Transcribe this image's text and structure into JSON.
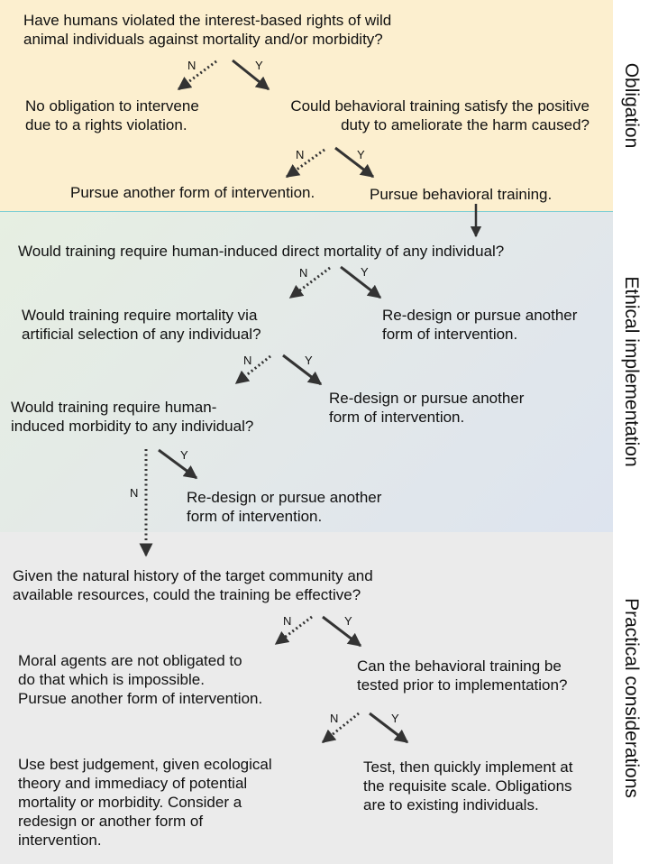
{
  "sections": {
    "obligation": "Obligation",
    "ethical": "Ethical implementation",
    "practical": "Practical considerations"
  },
  "branch_labels": {
    "no": "N",
    "yes": "Y"
  },
  "obligation": {
    "q1": "Have humans violated the interest-based rights of wild\nanimal individuals against mortality and/or morbidity?",
    "q1_no": "No obligation to intervene\ndue to a rights violation.",
    "q2": "Could behavioral training satisfy the positive\nduty to ameliorate the harm caused?",
    "q2_no": "Pursue another form of intervention.",
    "q2_yes": "Pursue behavioral training."
  },
  "ethical": {
    "q3": "Would training require human-induced direct mortality of any individual?",
    "q3_yes": "Re-design or pursue another\nform of intervention.",
    "q4": "Would training require mortality via\nartificial selection of any individual?",
    "q4_yes": "Re-design or pursue another\nform of intervention.",
    "q5": "Would training require human-\ninduced morbidity to any individual?",
    "q5_yes": "Re-design or pursue another\nform of intervention."
  },
  "practical": {
    "q6": "Given the natural history of the target community and\navailable resources, could the training be effective?",
    "q6_no": "Moral agents are not obligated to\ndo that which is impossible.\nPursue another form of intervention.",
    "q7": "Can the behavioral training be\ntested prior to implementation?",
    "q7_no": "Use best judgement, given ecological\ntheory and immediacy of potential\nmortality or morbidity. Consider a\nredesign or another form of\nintervention.",
    "q7_yes": "Test, then quickly implement at\nthe requisite scale. Obligations\nare to existing individuals."
  },
  "colors": {
    "obligation_bg": "#fcefcf",
    "ethical_bg": "#e3e8e9",
    "practical_bg": "#ebebeb",
    "divider": "#7fcfd4",
    "arrow": "#333333"
  }
}
